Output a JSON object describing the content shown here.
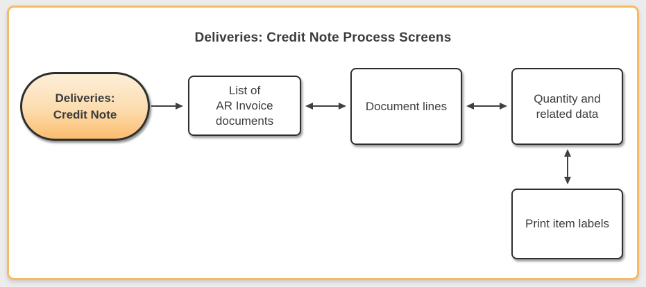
{
  "title": "Deliveries: Credit Note Process Screens",
  "colors": {
    "page_bg": "#ECECEC",
    "frame_bg": "#FFFFFF",
    "frame_border": "#F6BA67",
    "terminator_top": "#FDEFD9",
    "terminator_bottom": "#FBBD6F",
    "shape_border": "#2E2E2E",
    "arrow": "#404040",
    "text": "#3C3C3C"
  },
  "nodes": [
    {
      "id": "deliveries-credit-note",
      "type": "terminator",
      "lines": [
        "Deliveries:",
        "Credit Note"
      ]
    },
    {
      "id": "list-of-ar-invoice-documents",
      "type": "process",
      "lines": [
        "List of",
        "AR Invoice",
        "documents"
      ]
    },
    {
      "id": "document-lines",
      "type": "process",
      "lines": [
        "Document lines"
      ]
    },
    {
      "id": "quantity-and-related-data",
      "type": "process",
      "lines": [
        "Quantity and",
        "related data"
      ]
    },
    {
      "id": "print-item-labels",
      "type": "process",
      "lines": [
        "Print item labels"
      ]
    }
  ],
  "connectors": [
    {
      "from": "deliveries-credit-note",
      "to": "list-of-ar-invoice-documents",
      "arrows": "end"
    },
    {
      "from": "list-of-ar-invoice-documents",
      "to": "document-lines",
      "arrows": "both"
    },
    {
      "from": "document-lines",
      "to": "quantity-and-related-data",
      "arrows": "both"
    },
    {
      "from": "quantity-and-related-data",
      "to": "print-item-labels",
      "arrows": "both"
    }
  ]
}
